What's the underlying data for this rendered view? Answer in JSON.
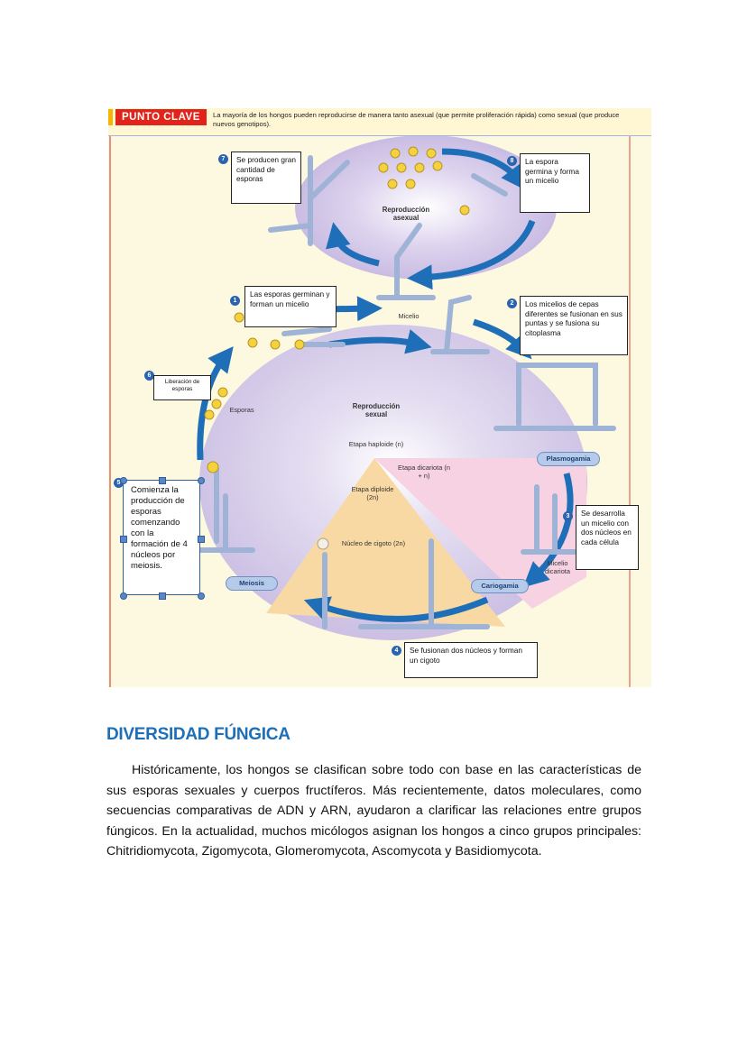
{
  "figure": {
    "key_point_label": "PUNTO CLAVE",
    "key_point_text": "La mayoría de los hongos pueden reproducirse de manera tanto asexual (que permite proliferación rápida) como sexual (que produce nuevos genotipos).",
    "cycles": {
      "asexual": "Reproducción asexual",
      "sexual": "Reproducción sexual"
    },
    "labels": {
      "micelio": "Micelio",
      "esporas": "Esporas",
      "haploid": "Etapa haploide (n)",
      "dikaryotic": "Etapa dicariota (n + n)",
      "diploid": "Etapa diploide (2n)",
      "zygote_nucleus": "Núcleo de cigoto (2n)",
      "dikaryotic_mycelium": "Micelio dicariota"
    },
    "stages": {
      "plasmogamy": "Plasmogamia",
      "karyogamy": "Cariogamia",
      "meiosis": "Meiosis"
    },
    "steps": [
      {
        "n": "1",
        "text": "Las esporas germinan y forman un micelio"
      },
      {
        "n": "2",
        "text": "Los micelios de cepas diferentes se fusionan en sus puntas y se fusiona su citoplasma"
      },
      {
        "n": "3",
        "text": "Se desarrolla un micelio con dos núcleos en cada célula"
      },
      {
        "n": "4",
        "text": "Se fusionan dos núcleos y forman un cigoto"
      },
      {
        "n": "5",
        "text": "Comienza la producción de esporas comenzando con la formación de 4 núcleos por meiosis."
      },
      {
        "n": "6",
        "text": "Liberación de esporas"
      },
      {
        "n": "7",
        "text": "Se producen gran cantidad de esporas"
      },
      {
        "n": "8",
        "text": "La espora germina y forma un micelio"
      }
    ],
    "colors": {
      "sexual_region": "#d6cdea",
      "diploid_region": "#f9d9a3",
      "dikaryotic_region": "#f6d2e3",
      "arrow": "#1f6fb8",
      "spore": "#f4d23e"
    }
  },
  "section": {
    "title": "DIVERSIDAD FÚNGICA",
    "paragraph": "Históricamente, los hongos se clasifican sobre todo con base en las características de sus esporas sexuales y cuerpos fructíferos. Más recientemente, datos moleculares, como secuencias comparativas de ADN y ARN, ayudaron a clarificar las relaciones entre grupos fúngicos. En la actualidad, muchos micólogos asignan los hongos a cinco grupos principales: Chitridiomycota, Zigomycota, Glomeromycota, Ascomycota y Basidiomycota."
  }
}
